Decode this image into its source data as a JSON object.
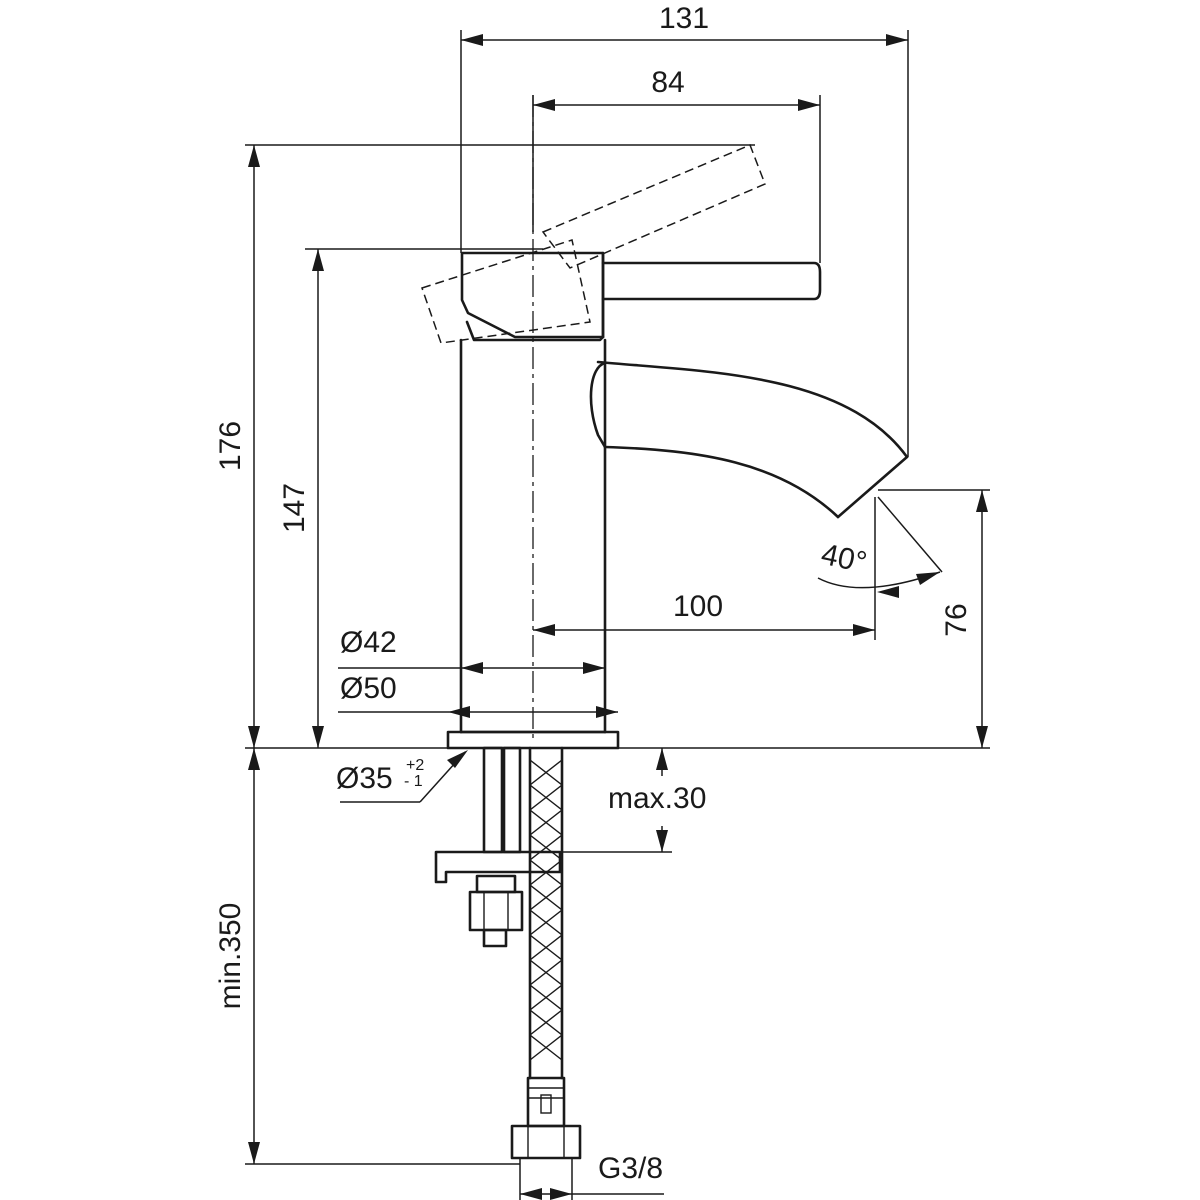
{
  "dimensions": {
    "total_width": "131",
    "handle_reach": "84",
    "total_height": "176",
    "body_height": "147",
    "spout_reach": "100",
    "spout_height": "76",
    "spout_angle": "40°",
    "body_diameter": "Ø42",
    "base_diameter": "Ø50",
    "hole_diameter": "Ø35",
    "hole_tol_plus": "+2",
    "hole_tol_minus": "- 1",
    "max_deck": "max.30",
    "min_hose": "min.350",
    "connection": "G3/8"
  }
}
